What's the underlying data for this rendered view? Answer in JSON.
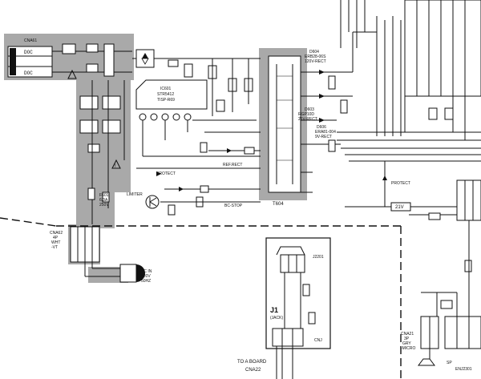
{
  "primary_section": {
    "connector_cna61": "CNA61",
    "connector_cna62": [
      "CNA62",
      "4P",
      "WHT",
      "-VT"
    ],
    "ac_in": [
      "AC IN",
      "220V",
      "50HZ"
    ],
    "fuse": [
      "F601",
      "6.3A",
      "250V"
    ]
  },
  "regulator": {
    "ic601": [
      "IC601",
      "STR5412",
      "TISP-R69"
    ],
    "transformer": "T604",
    "limiter_label": "LIMITER",
    "protect_label": "PROTECT",
    "bc_stop": "BC-STOP",
    "ref_rect": "REF.RECT"
  },
  "secondary": {
    "d604": [
      "D604",
      "ERB28-06S",
      "120V-RECT"
    ],
    "d603": [
      "D603",
      "RGP10D",
      "21V-RECT"
    ],
    "d606": [
      "D606",
      "ERA81-004",
      "9V-RECT"
    ],
    "rail_21v": "21V",
    "protect_label": "PROTECT"
  },
  "jack_board": {
    "title": "J1",
    "subtitle": "(JACK)",
    "j2201": "J2201",
    "cnj": "CNJ",
    "to_a_board": "TO A BOARD",
    "cna22": "CNA22"
  },
  "speaker": {
    "cna21": [
      "CNA21",
      "3P",
      "GRY",
      "-MICRO"
    ],
    "sp_label": "SP",
    "enj2301": "ENJ2301"
  }
}
